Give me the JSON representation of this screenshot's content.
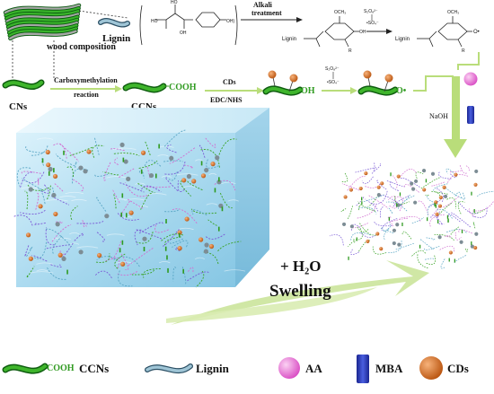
{
  "labels": {
    "wood": "wood composition",
    "lignin_top": "Lignin",
    "alkali_line1": "Alkali",
    "alkali_line2": "treatment",
    "struct_lignin_1": "Lignin",
    "struct_lignin_2": "Lignin",
    "och3_1": "OCH₃",
    "och3_2": "OCH₃",
    "r_1": "R",
    "r_2": "R",
    "oh_phenol": "OH",
    "o_radical": "O•",
    "s2o8_top": "S₂O₈²⁻",
    "so4_top": "•SO₄⁻",
    "cns": "CNs",
    "carboxy_line1": "Carboxymethylation",
    "carboxy_line2": "reaction",
    "cooh": "COOH",
    "ccns": "CCNs",
    "cds_reagent": "CDs",
    "edc_nhs": "EDC/NHS",
    "oh_mid": "OH",
    "s2o8_mid": "S₂O₈²⁻",
    "so4_mid": "•SO₄⁻",
    "o_radical_mid": "O•",
    "naoh": "NaOH",
    "water": "+ H₂O",
    "swelling": "Swelling"
  },
  "legend": [
    {
      "name": "legend-ccns",
      "cooh": "COOH",
      "label": "CCNs"
    },
    {
      "name": "legend-lignin",
      "label": "Lignin"
    },
    {
      "name": "legend-aa",
      "label": "AA"
    },
    {
      "name": "legend-mba",
      "label": "MBA"
    },
    {
      "name": "legend-cds",
      "label": "CDs"
    }
  ],
  "colors": {
    "green": "#3aa326",
    "light_green": "#b9dd7a",
    "lignin": "#8fb6c8",
    "aa": "#e777d6",
    "mba": "#2636b5",
    "cds": "#d66a1f",
    "water": "#a9d8ee"
  }
}
